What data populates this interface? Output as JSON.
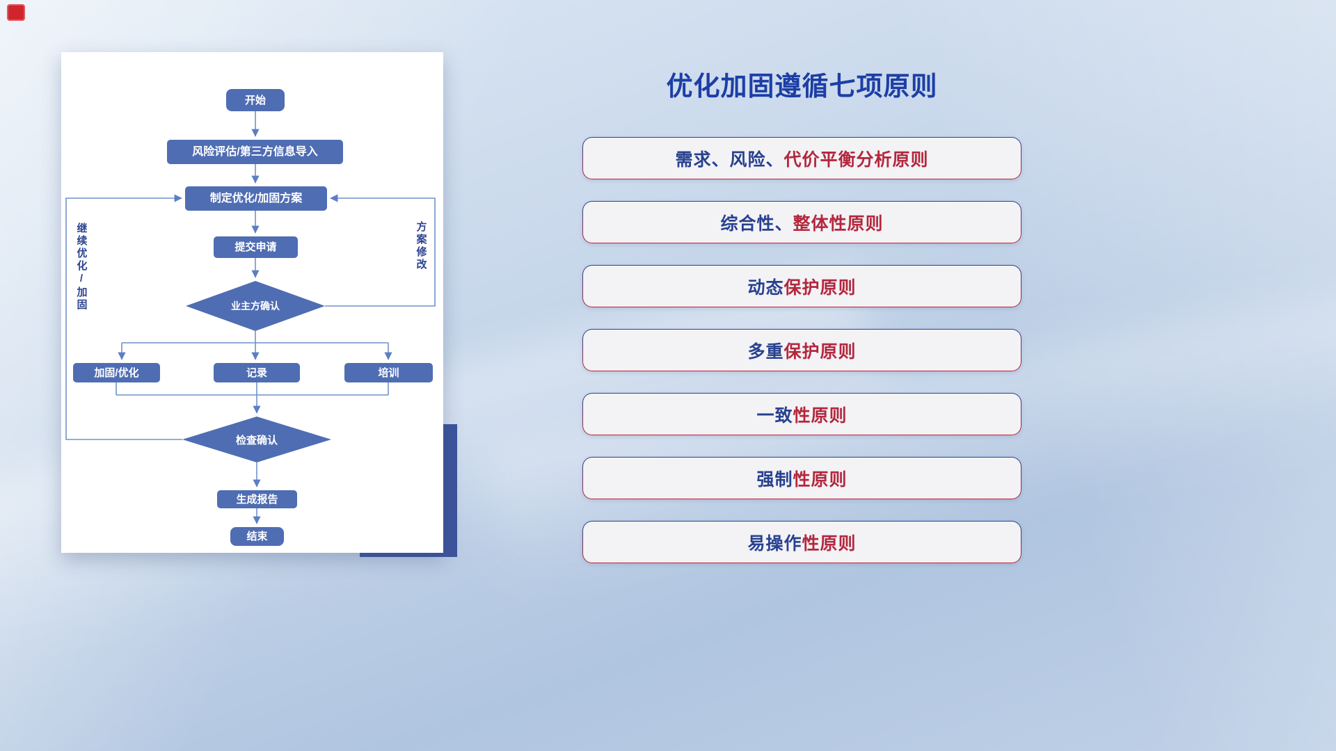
{
  "title": "优化加固遵循七项原则",
  "flowchart": {
    "nodes": {
      "start": "开始",
      "risk": "风险评估/第三方信息导入",
      "plan": "制定优化/加固方案",
      "submit": "提交申请",
      "confirm": "业主方确认",
      "harden": "加固/优化",
      "record": "记录",
      "train": "培训",
      "check": "检查确认",
      "report": "生成报告",
      "end": "结束"
    },
    "edge_labels": {
      "left_loop": "继续优化/加固",
      "right_loop": "方案修改"
    }
  },
  "principles": [
    {
      "blue": "需求、风险、",
      "red": "代价平衡分析原则"
    },
    {
      "blue": "综合性、",
      "red": "整体性原则"
    },
    {
      "blue": "动态",
      "red": "保护原则"
    },
    {
      "blue": "多重",
      "red": "保护原则"
    },
    {
      "blue": "一致",
      "red": "性原则"
    },
    {
      "blue": "强制",
      "red": "性原则"
    },
    {
      "blue": "易操作",
      "red": "性原则"
    }
  ],
  "colors": {
    "accent_blue": "#27418f",
    "accent_red": "#b3273d",
    "node_fill": "#4f6db3",
    "connector": "#7191c9",
    "title": "#1d3ea6",
    "card_accent": "#3d549c"
  }
}
